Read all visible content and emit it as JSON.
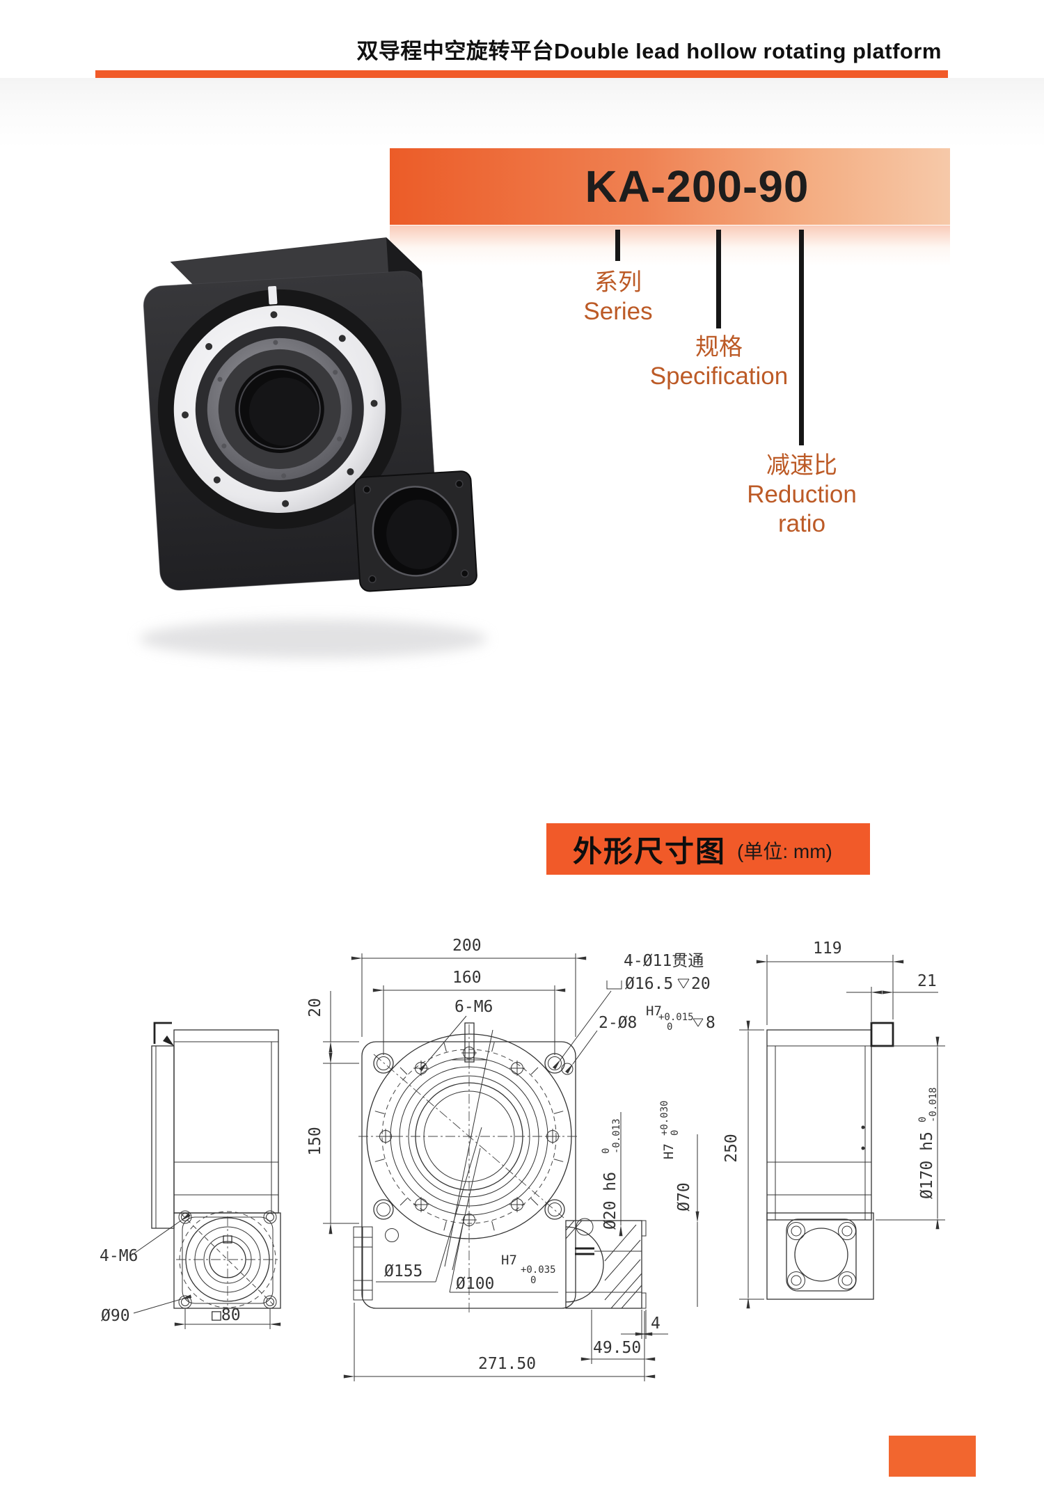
{
  "header": {
    "title_zh": "双导程中空旋转平台",
    "title_en": "Double lead hollow rotating platform"
  },
  "model_banner": {
    "code": "KA-200-90"
  },
  "callouts": {
    "series_zh": "系列",
    "series_en": "Series",
    "spec_zh": "规格",
    "spec_en": "Specification",
    "ratio_zh": "减速比",
    "ratio_en_line1": "Reduction",
    "ratio_en_line2": "ratio"
  },
  "section_banner": {
    "title": "外形尺寸图",
    "unit": "(单位: mm)"
  },
  "drawing": {
    "front_view": {
      "width": "200",
      "bolt_spacing": "160",
      "tap_holes": "6-M6",
      "through_holes": "4-Ø11贯通",
      "counterbore": "Ø16.5",
      "counterbore_depth": "20",
      "pin_holes": "2-Ø8",
      "pin_fit": "H7",
      "pin_tol_upper": "+0.015",
      "pin_tol_lower": "0",
      "pin_depth": "8",
      "top_offset": "20",
      "side_height": "150",
      "pilot_dia": "Ø155",
      "center_bore": "Ø100",
      "center_bore_fit": "H7",
      "center_bore_tol_upper": "+0.035",
      "center_bore_tol_lower": "0",
      "overall_width": "271.50",
      "motor_offset": "49.50",
      "step": "4",
      "input_shaft": "Ø20 h6",
      "input_shaft_tol_upper": "0",
      "input_shaft_tol_lower": "-0.013",
      "motor_pilot_fit": "H7",
      "motor_pilot_tol_upper": "+0.030",
      "motor_pilot_tol_lower": "0",
      "motor_pilot": "Ø70"
    },
    "side_view_left": {
      "tap_holes": "4-M6",
      "bolt_circle": "Ø90",
      "square": "□80"
    },
    "side_view_right": {
      "depth": "119",
      "flange_width": "21",
      "height": "250",
      "spigot": "Ø170 h5",
      "spigot_tol_upper": "0",
      "spigot_tol_lower": "-0.018"
    }
  },
  "colors": {
    "accent": "#F15A29",
    "banner_gradient_start": "#EC5C28",
    "banner_gradient_end": "#F6C9A9",
    "callout_text": "#BC5A26",
    "drawing_stroke": "#333333",
    "footer_accent": "#F2662F"
  }
}
